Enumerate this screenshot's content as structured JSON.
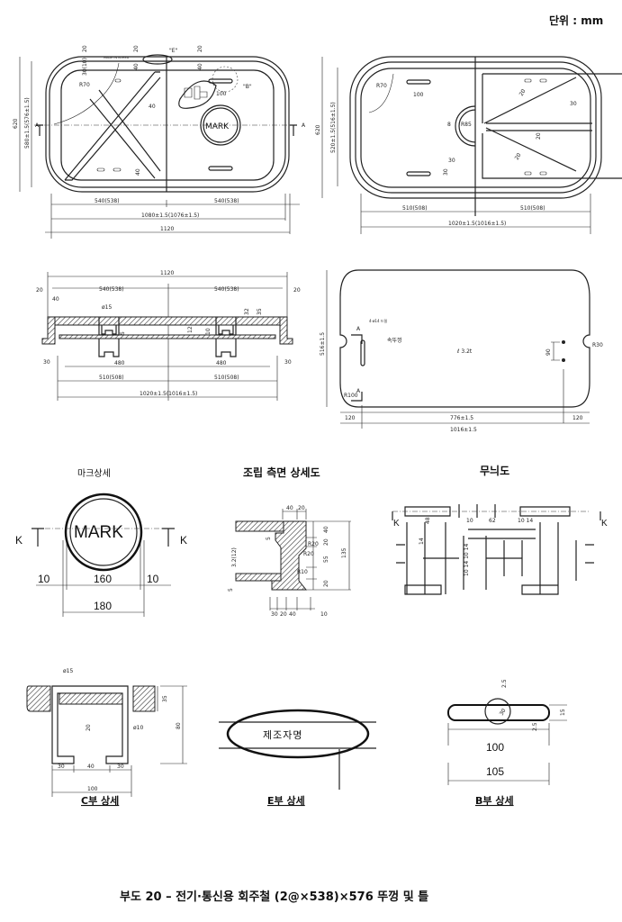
{
  "unit_label": "단위 : mm",
  "plan_top": {
    "marks": {
      "a": "A",
      "e": "\"E\"",
      "b": "\"B\""
    },
    "mark_text": "MARK",
    "made_in": "MADE IN KOREA",
    "radius": "R70",
    "dims": {
      "d20a": "20",
      "d20b": "20",
      "d20c": "20",
      "d30": "30(10)",
      "d40a": "40",
      "d40b": "40",
      "d40c": "40",
      "d40d": "40",
      "d100": "100",
      "half_l": "540(538)",
      "half_r": "540(538)",
      "inner": "1080±1.5(1076±1.5)",
      "outer": "1120",
      "h620": "620",
      "h580": "580±1.5(576±1.5)"
    }
  },
  "frame_top": {
    "radius": "R70",
    "r85": "R85",
    "d8": "8",
    "dims": {
      "d100": "100",
      "d30a": "30",
      "d30b": "30",
      "d30c": "30",
      "d20a": "20",
      "d20b": "20",
      "d20c": "20",
      "half_l": "510(508)",
      "half_r": "510(508)",
      "inner": "1020±1.5(1016±1.5)",
      "h620": "620",
      "h520": "520±1.5(516±1.5)"
    }
  },
  "section": {
    "dims": {
      "outer": "1120",
      "d20l": "20",
      "d20r": "20",
      "half_l": "540(538)",
      "half_r": "540(538)",
      "d40": "40",
      "phi15": "ø15",
      "d30l": "30",
      "d30r": "30",
      "d480l": "480",
      "d480r": "480",
      "h510l": "510(508)",
      "h510r": "510(508)",
      "inner": "1020±1.5(1016±1.5)",
      "d5": "5",
      "d12": "12",
      "d10": "10",
      "d32": "32",
      "d35": "35"
    }
  },
  "plate": {
    "hole_note": "4-ø14 드릴",
    "label": "속뚜껑",
    "thickness": "ℓ 3.2t",
    "marker": "A",
    "dims": {
      "h": "516±1.5",
      "d90": "90",
      "r30": "R30",
      "r100": "R100",
      "d120l": "120",
      "d776": "776±1.5",
      "d120r": "120",
      "w": "1016±1.5"
    }
  },
  "details": {
    "mark": {
      "title": "마크상세",
      "text": "MARK",
      "k": "K",
      "d10l": "10",
      "d160": "160",
      "d10r": "10",
      "d180": "180"
    },
    "assembly": {
      "title": "조립 측면 상세도",
      "d40": "40",
      "d20": "20",
      "r20a": "R20",
      "r20b": "R20",
      "r10": "R10",
      "v40": "40",
      "v20a": "20",
      "v55": "55",
      "v20b": "20",
      "v135": "135",
      "v32": "3.2(12)",
      "v5a": "5",
      "v5b": "5",
      "v30": "30",
      "b30": "30",
      "b20": "20",
      "b40": "40",
      "b10": "10"
    },
    "pattern": {
      "title": "무늬도",
      "k": "K",
      "d48": "48",
      "d10": "10",
      "d62": "62",
      "d1014": "10 14",
      "d14": "14",
      "d10141014": "10 14 10 14"
    },
    "c": {
      "title": "C부 상세",
      "phi15": "ø15",
      "phi10": "ø10",
      "d35": "35",
      "d80": "80",
      "d20": "20",
      "d30l": "30",
      "d40": "40",
      "d30r": "30",
      "d100": "100"
    },
    "e": {
      "title": "E부 상세",
      "text": "제조자명"
    },
    "b": {
      "title": "B부 상세",
      "d25a": "2.5",
      "d25b": "2.5",
      "d15": "15",
      "d30": "30",
      "d100": "100",
      "d105": "105"
    }
  },
  "caption": "부도 20 – 전기·통신용 회주철 (2@×538)×576 뚜껑 및 틀"
}
